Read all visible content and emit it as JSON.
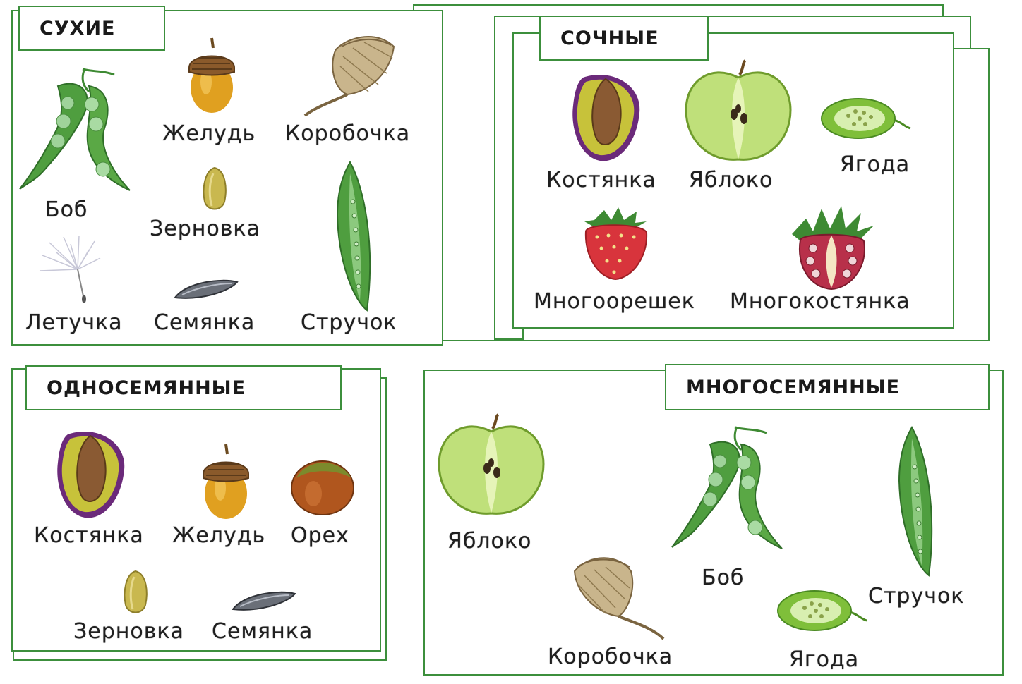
{
  "panels": {
    "dry": {
      "title": "СУХИЕ",
      "items": {
        "bean": "Боб",
        "acorn": "Желудь",
        "capsule": "Коробочка",
        "caryopsis": "Зерновка",
        "samara": "Летучка",
        "achene": "Семянка",
        "pod": "Стручок"
      }
    },
    "juicy": {
      "title": "СОЧНЫЕ",
      "items": {
        "drupe": "Костянка",
        "apple": "Яблоко",
        "berry": "Ягода",
        "multinut": "Многоорешек",
        "multidrupe": "Многокостянка"
      }
    },
    "single_seed": {
      "title": "ОДНОСЕМЯННЫЕ",
      "items": {
        "drupe": "Костянка",
        "acorn": "Желудь",
        "nut": "Орех",
        "caryopsis": "Зерновка",
        "achene": "Семянка"
      }
    },
    "multi_seed": {
      "title": "МНОГОСЕМЯННЫЕ",
      "items": {
        "apple": "Яблоко",
        "bean": "Боб",
        "pod": "Стручок",
        "capsule": "Коробочка",
        "berry": "Ягода"
      }
    }
  },
  "colors": {
    "border": "#3c8f3c",
    "pea_green": "#4f9e3f",
    "apple_green": "#bfe07a",
    "plum_purple": "#6b2a7a",
    "acorn_orange": "#e0a020",
    "strawberry_red": "#d8343c"
  }
}
